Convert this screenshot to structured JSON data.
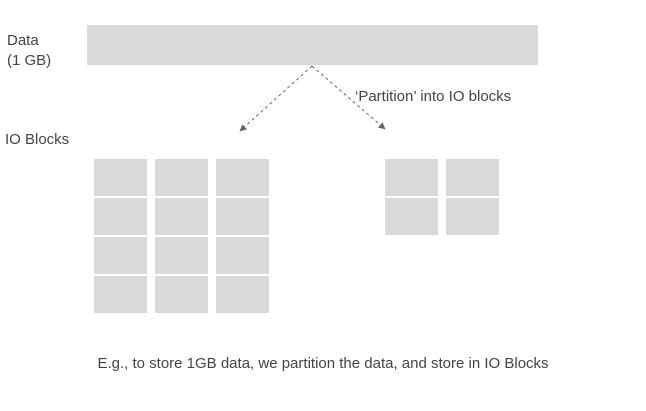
{
  "data": {
    "label": "Data",
    "size": "(1 GB)"
  },
  "io_blocks_label": "IO Blocks",
  "partition_label": "‘Partition’ into IO blocks",
  "caption": "E.g., to store 1GB data, we partition the data, and store in IO Blocks",
  "colors": {
    "block": "#d9d9d9",
    "text": "#444444",
    "arrow": "#666666"
  },
  "block_groups": [
    {
      "columns": 3,
      "rows": 4
    },
    {
      "columns": 2,
      "rows": 2
    }
  ]
}
